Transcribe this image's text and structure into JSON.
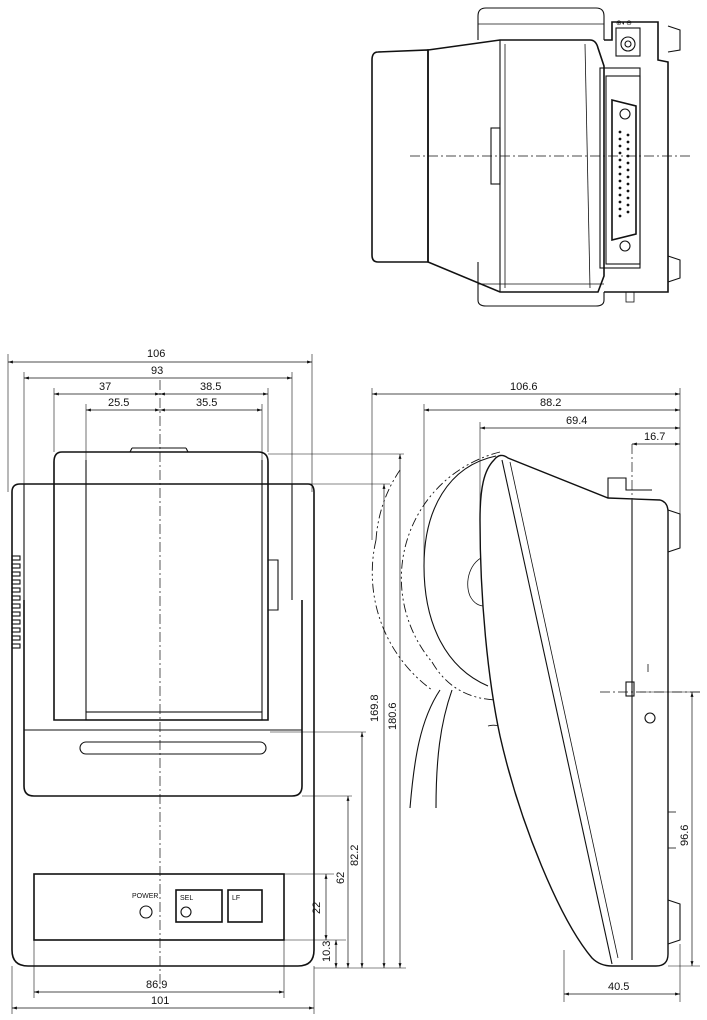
{
  "dimensions": {
    "front_overall_width": "106",
    "front_width_93": "93",
    "front_left_37": "37",
    "front_right_38_5": "38.5",
    "front_left_25_5": "25.5",
    "front_right_35_5": "35.5",
    "front_bottom_86_9": "86.9",
    "front_bottom_101": "101",
    "height_169_8": "169.8",
    "height_180_6": "180.6",
    "height_82_2": "82.2",
    "height_62": "62",
    "height_22": "22",
    "height_10_3": "10.3",
    "side_depth_106_6": "106.6",
    "side_depth_88_2": "88.2",
    "side_depth_69_4": "69.4",
    "side_depth_16_7": "16.7",
    "side_height_96_6": "96.6",
    "side_bottom_40_5": "40.5"
  },
  "panel": {
    "power_label": "POWER",
    "sel_label": "SEL",
    "lf_label": "LF"
  },
  "views": [
    "top-view",
    "front-view",
    "side-view"
  ]
}
